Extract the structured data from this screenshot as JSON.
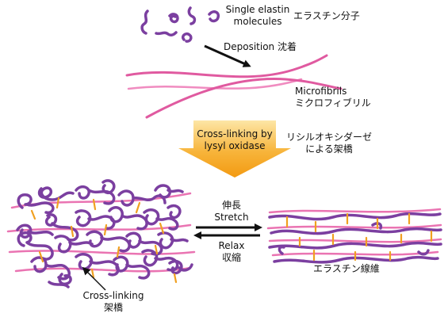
{
  "labels": {
    "single_elastin_line1": "Single elastin",
    "single_elastin_line2": "molecules",
    "single_elastin_jp": "エラスチン分子",
    "deposition": "Deposition 沈着",
    "microfibrils_en": "Microfibrils",
    "microfibrils_jp": "ミクロフィブリル",
    "crosslinking_by": "Cross-linking by",
    "lysyl_oxidase": "lysyl oxidase",
    "lysyl_oxidase_jp_line1": "リシルオキシダーゼ",
    "lysyl_oxidase_jp_line2": "による架橋",
    "stretch_jp": "伸長",
    "stretch_en": "Stretch",
    "relax_en": "Relax",
    "relax_jp": "収縮",
    "crosslinking_en": "Cross-linking",
    "crosslinking_jp": "架橋",
    "elastic_fiber_jp": "エラスチン線維"
  },
  "colors": {
    "elastin": "#7b3fa0",
    "microfibril": "#e05aa0",
    "crosslink": "#f0a020",
    "arrow_orange_top": "#fbd67a",
    "arrow_orange_bottom": "#f39a12",
    "text": "#111111"
  }
}
